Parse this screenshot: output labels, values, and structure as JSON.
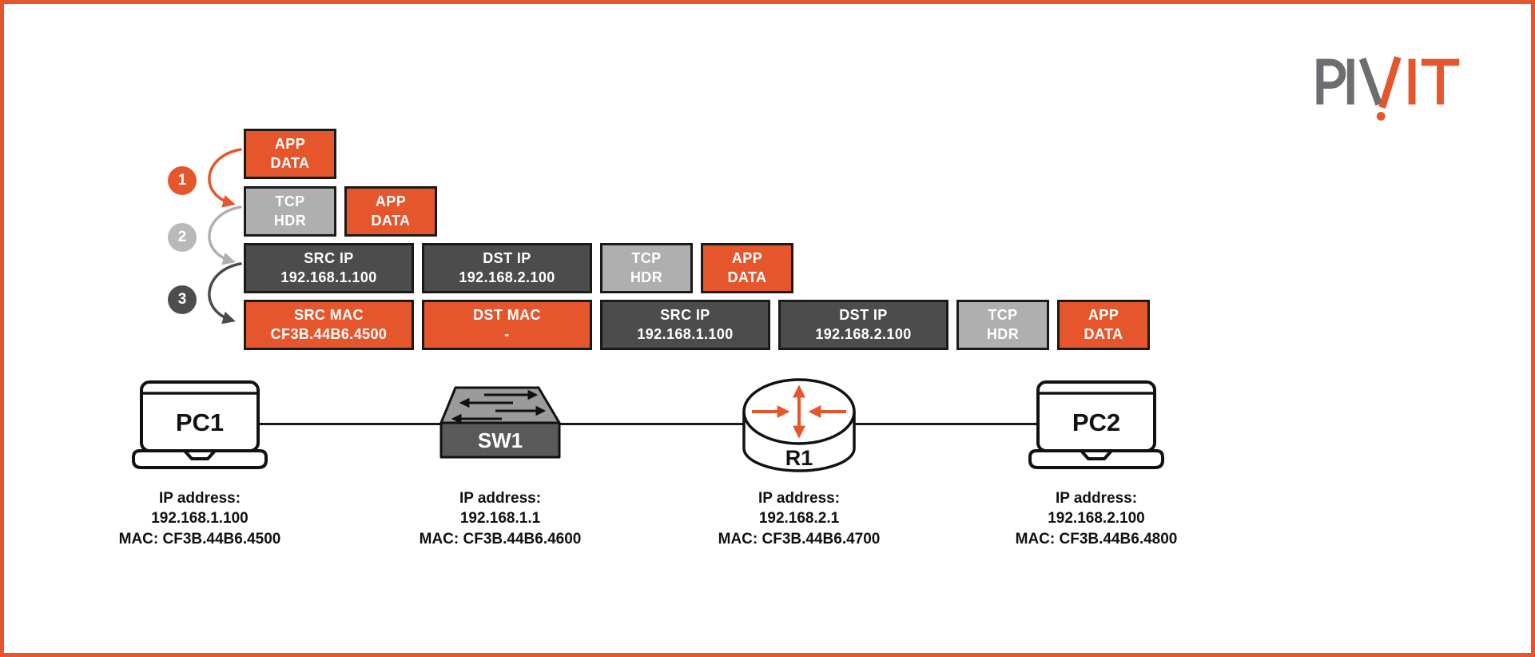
{
  "theme": {
    "orange": "#E6562D",
    "dark_gray": "#4C4C4C",
    "light_gray": "#AFAFAF",
    "near_black": "#1A1A1A",
    "step2_gray": "#B9B9B9",
    "step3_gray": "#4D4D4D",
    "arrow2_gray": "#B0B0B0",
    "arrow3_gray": "#4A4A4A",
    "logo_gray": "#6D6E71",
    "switch_top": "#9B9B9B",
    "switch_front": "#595959",
    "canvas_white": "#FFFFFF"
  },
  "logo": {
    "text": "PIVIT"
  },
  "steps": [
    {
      "label": "1"
    },
    {
      "label": "2"
    },
    {
      "label": "3"
    }
  ],
  "encapsulation": {
    "rows": [
      {
        "boxes": [
          {
            "kind": "orange",
            "size": "narrow",
            "lines": [
              "APP",
              "DATA"
            ]
          }
        ]
      },
      {
        "boxes": [
          {
            "kind": "light",
            "size": "narrow",
            "lines": [
              "TCP",
              "HDR"
            ]
          },
          {
            "kind": "orange",
            "size": "narrow",
            "lines": [
              "APP",
              "DATA"
            ]
          }
        ]
      },
      {
        "boxes": [
          {
            "kind": "dark",
            "size": "wide",
            "lines": [
              "SRC IP",
              "192.168.1.100"
            ]
          },
          {
            "kind": "dark",
            "size": "wide",
            "lines": [
              "DST IP",
              "192.168.2.100"
            ]
          },
          {
            "kind": "light",
            "size": "narrow",
            "lines": [
              "TCP",
              "HDR"
            ]
          },
          {
            "kind": "orange",
            "size": "narrow",
            "lines": [
              "APP",
              "DATA"
            ]
          }
        ]
      },
      {
        "boxes": [
          {
            "kind": "orange",
            "size": "wide",
            "lines": [
              "SRC MAC",
              "CF3B.44B6.4500"
            ]
          },
          {
            "kind": "orange",
            "size": "wide",
            "lines": [
              "DST MAC",
              "-"
            ]
          },
          {
            "kind": "dark",
            "size": "wide",
            "lines": [
              "SRC IP",
              "192.168.1.100"
            ]
          },
          {
            "kind": "dark",
            "size": "wide",
            "lines": [
              "DST IP",
              "192.168.2.100"
            ]
          },
          {
            "kind": "light",
            "size": "narrow",
            "lines": [
              "TCP",
              "HDR"
            ]
          },
          {
            "kind": "orange",
            "size": "narrow",
            "lines": [
              "APP",
              "DATA"
            ]
          }
        ]
      }
    ]
  },
  "devices": [
    {
      "name": "PC1",
      "type": "laptop",
      "info": [
        "IP address:",
        "192.168.1.100",
        "MAC: CF3B.44B6.4500"
      ]
    },
    {
      "name": "SW1",
      "type": "switch",
      "info": [
        "IP address:",
        "192.168.1.1",
        "MAC: CF3B.44B6.4600"
      ]
    },
    {
      "name": "R1",
      "type": "router",
      "info": [
        "IP address:",
        "192.168.2.1",
        "MAC: CF3B.44B6.4700"
      ]
    },
    {
      "name": "PC2",
      "type": "laptop",
      "info": [
        "IP address:",
        "192.168.2.100",
        "MAC: CF3B.44B6.4800"
      ]
    }
  ]
}
